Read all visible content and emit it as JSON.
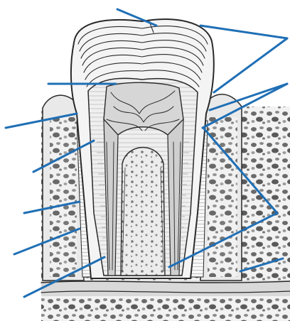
{
  "figure": {
    "subject": "tooth-cross-section",
    "leader_line_color": "#1f6fb5",
    "ink_color": "#2a2a2a",
    "background_color": "#ffffff",
    "label_count": 12
  },
  "callouts": [
    {
      "id": "crown-top",
      "label": ""
    },
    {
      "id": "crown-right-upper",
      "label": ""
    },
    {
      "id": "crown-right-branch",
      "label": ""
    },
    {
      "id": "pulp-top",
      "label": ""
    },
    {
      "id": "gingiva-left",
      "label": ""
    },
    {
      "id": "dentin-left",
      "label": ""
    },
    {
      "id": "alveolar-bone-left",
      "label": ""
    },
    {
      "id": "periodontal-ligament-left",
      "label": ""
    },
    {
      "id": "root-canal-left",
      "label": ""
    },
    {
      "id": "cementum-right-group",
      "label": ""
    },
    {
      "id": "root-canal-right",
      "label": ""
    },
    {
      "id": "bone-right-lower",
      "label": ""
    }
  ]
}
